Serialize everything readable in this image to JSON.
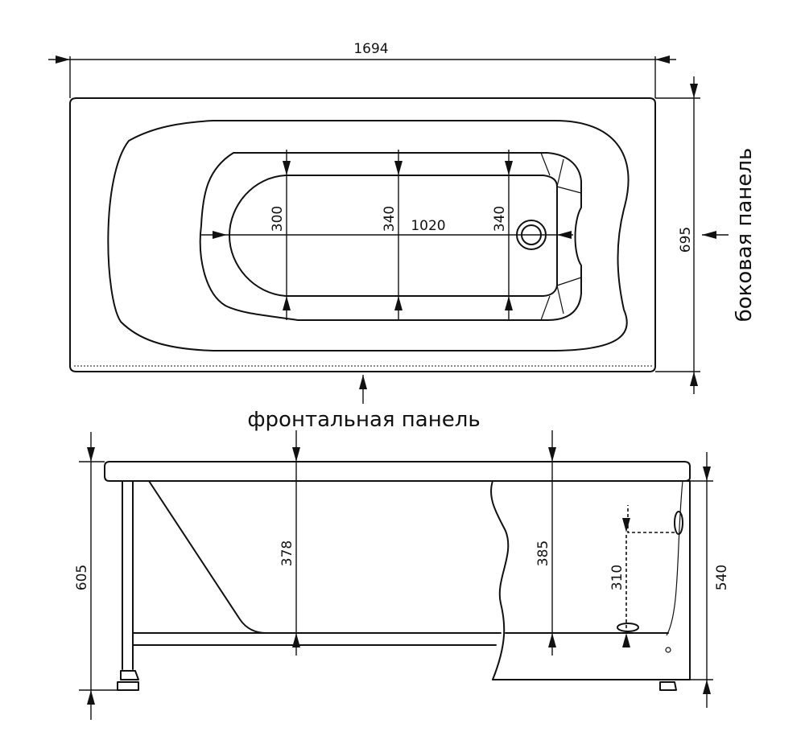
{
  "top_view": {
    "overall_length": "1694",
    "overall_width": "695",
    "bottom_length": "1020",
    "width_back": "300",
    "width_middle": "340",
    "width_drain": "340"
  },
  "side_view": {
    "total_height": "605",
    "height_to_panel": "540",
    "depth_back": "378",
    "depth_front": "385",
    "overflow_height": "310"
  },
  "labels": {
    "side_panel": "боковая панель",
    "front_panel": "фронтальная панель"
  }
}
